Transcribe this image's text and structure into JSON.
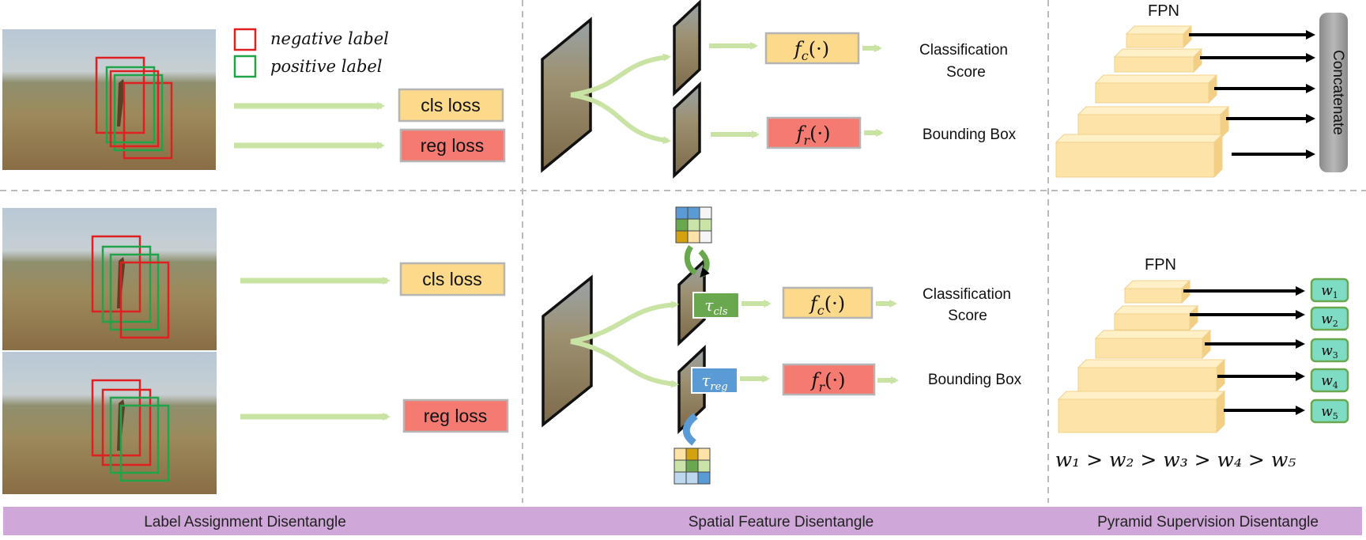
{
  "legend": {
    "negative": "negative label",
    "positive": "positive label",
    "negative_color": "#e02020",
    "positive_color": "#1fa44a"
  },
  "losses": {
    "cls": "cls loss",
    "reg": "reg loss",
    "cls_color": "#fdd98c",
    "reg_color": "#f57a72"
  },
  "heads": {
    "fc_base": "f",
    "fc_sub": "c",
    "fr_base": "f",
    "fr_sub": "r",
    "arg": "(·)",
    "tau_base": "τ",
    "tau_cls_sub": "cls",
    "tau_reg_sub": "reg",
    "tau_cls_color": "#6aa84f",
    "tau_reg_color": "#5b9bd5"
  },
  "outputs": {
    "classification_line1": "Classification",
    "classification_line2": "Score",
    "bbox": "Bounding Box"
  },
  "fpn": {
    "title": "FPN",
    "concatenate": "Concatenate",
    "weights": [
      "w",
      "w",
      "w",
      "w",
      "w"
    ],
    "weight_subs": [
      "1",
      "2",
      "3",
      "4",
      "5"
    ],
    "inequality": "w₁ > w₂ > w₃ > w₄ > w₅",
    "weight_color": "#7fdcc4"
  },
  "footer": {
    "left": "Label Assignment Disentangle",
    "middle": "Spatial Feature Disentangle",
    "right": "Pyramid Supervision Disentangle",
    "color": "#cfa8d9"
  },
  "colors": {
    "arrow_green": "#c8e3a3",
    "fpn_layer": "#fde3a8",
    "divider": "#bbbbbb"
  }
}
